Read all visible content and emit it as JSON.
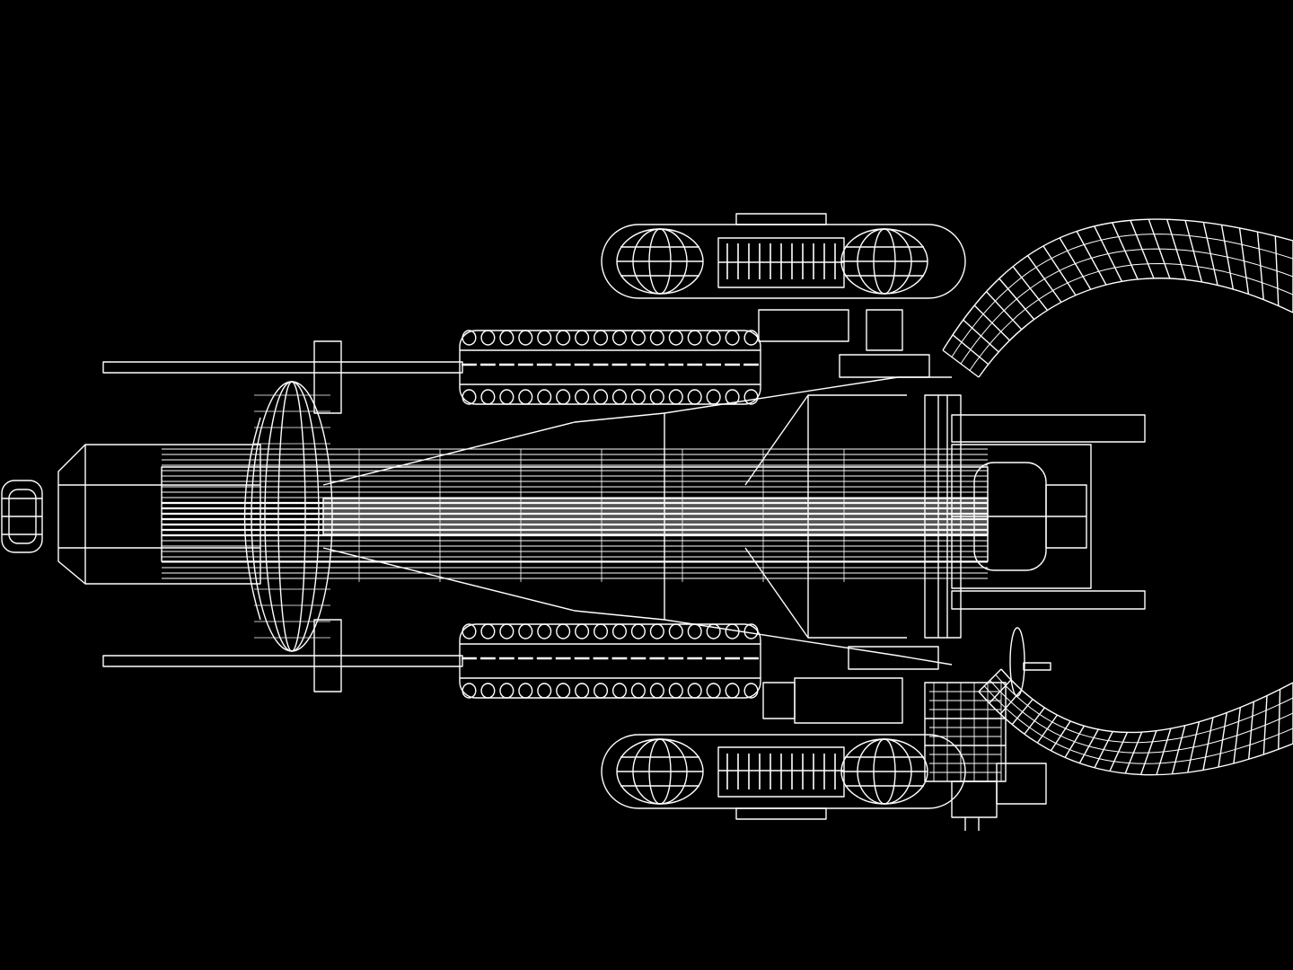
{
  "scene": {
    "subject": "wireframe-machine-top-view",
    "background_color": "#000000",
    "line_color": "#ffffff",
    "fill_color": "#f2f2f2"
  },
  "components": {
    "radiator_fin_count": 16,
    "hose_segment_count": 22,
    "hose_ring_count": 4,
    "wheel_hub_count": 2
  }
}
